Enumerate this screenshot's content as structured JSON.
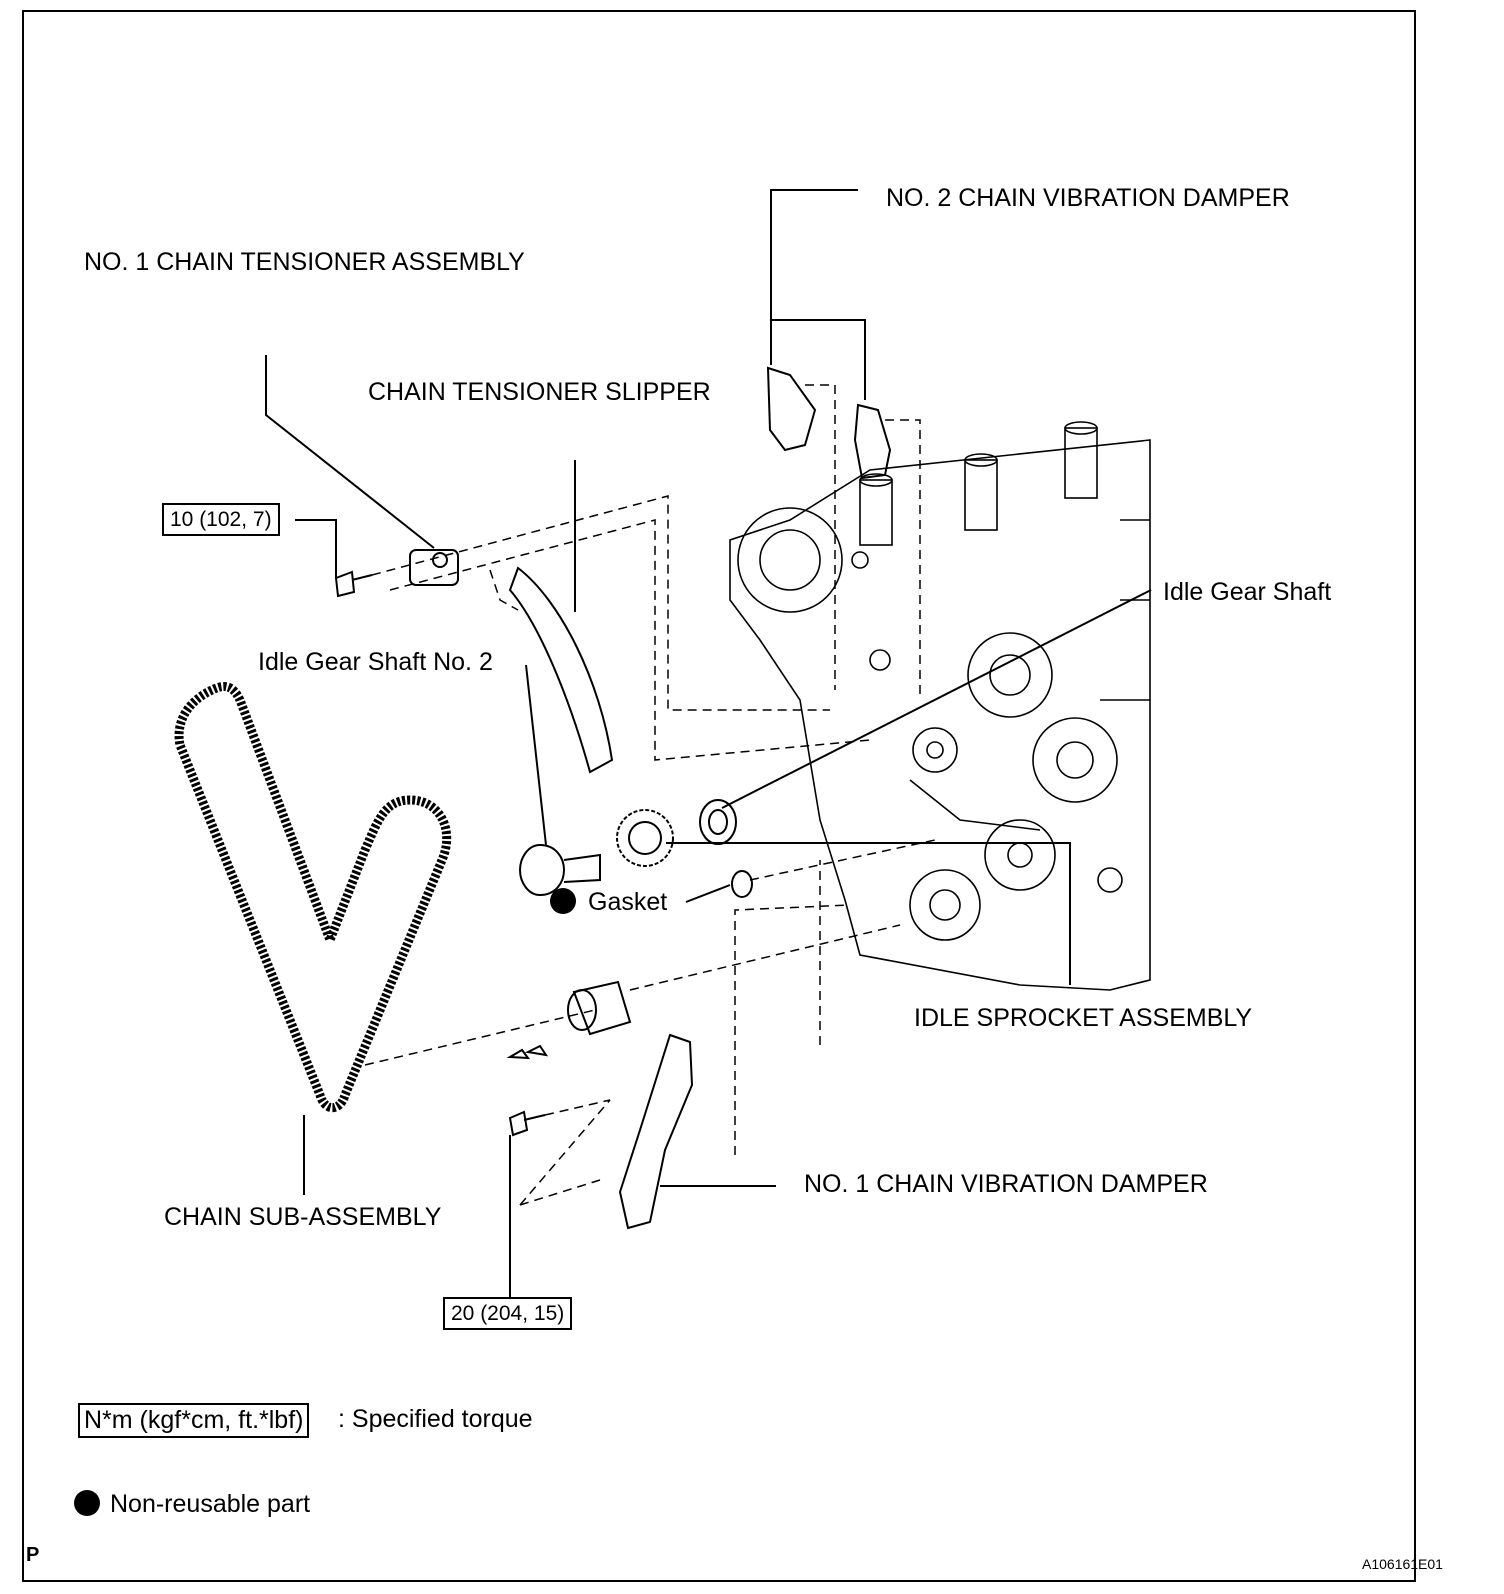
{
  "labels": {
    "no2_damper": "NO. 2 CHAIN VIBRATION DAMPER",
    "no1_tensioner": "NO. 1 CHAIN TENSIONER ASSEMBLY",
    "slipper": "CHAIN TENSIONER SLIPPER",
    "idle_gear_shaft": "Idle Gear Shaft",
    "idle_gear_shaft_no2": "Idle Gear Shaft No. 2",
    "gasket": "Gasket",
    "idle_sprocket": "IDLE SPROCKET ASSEMBLY",
    "no1_damper": "NO. 1 CHAIN VIBRATION DAMPER",
    "chain": "CHAIN SUB-ASSEMBLY"
  },
  "torques": {
    "tensioner_bolt": "10 (102, 7)",
    "damper_bolt": "20 (204, 15)"
  },
  "legend": {
    "torque_unit": "N*m (kgf*cm, ft.*lbf)",
    "torque_desc": ": Specified torque",
    "nonreusable_desc": "Non-reusable part"
  },
  "footer": {
    "corner_mark": "P",
    "figure_id": "A106161E01"
  }
}
